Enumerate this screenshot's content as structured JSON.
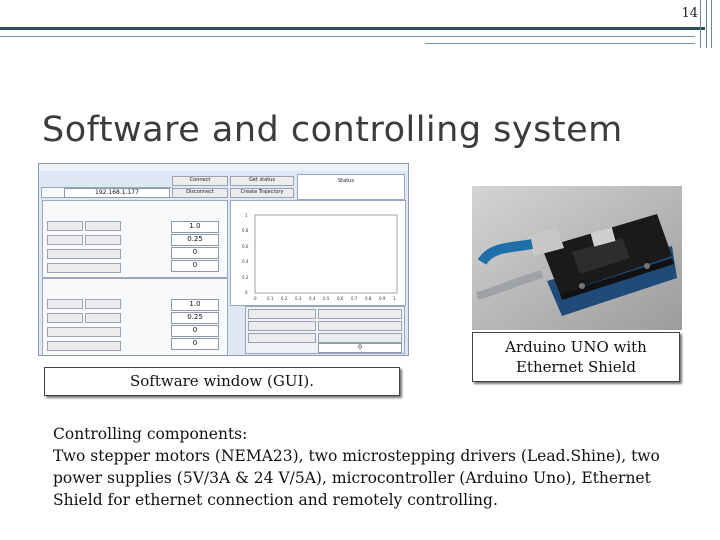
{
  "page_number": "14",
  "title": "Software and controlling system",
  "gui_screenshot": {
    "buttons": {
      "connect": "Connect",
      "get_status": "Get status",
      "disconnect": "Disconnect",
      "create_trajectory": "Create Trajectory"
    },
    "status_label": "Status",
    "ip_address": "192.168.1.177",
    "x_fields": [
      "1.0",
      "0.25",
      "0",
      "0"
    ],
    "y_fields": [
      "1.0",
      "0.25",
      "0",
      "0"
    ],
    "bottom_field": "0",
    "y_ticks": [
      "1",
      "0.8",
      "0.6",
      "0.4",
      "0.2",
      "0"
    ],
    "x_ticks": [
      "0",
      "0.1",
      "0.2",
      "0.3",
      "0.4",
      "0.5",
      "0.6",
      "0.7",
      "0.8",
      "0.9",
      "1"
    ]
  },
  "gui_caption": "Software window (GUI).",
  "arduino_caption_line1": "Arduino UNO with",
  "arduino_caption_line2": "Ethernet Shield",
  "body": {
    "heading": "Controlling components:",
    "line1": "Two stepper motors (NEMA23), two microstepping drivers (Lead.Shine), two",
    "line2": "power supplies (5V/3A & 24 V/5A), microcontroller (Arduino Uno), Ethernet",
    "line3": "Shield for ethernet connection and remotely controlling."
  }
}
